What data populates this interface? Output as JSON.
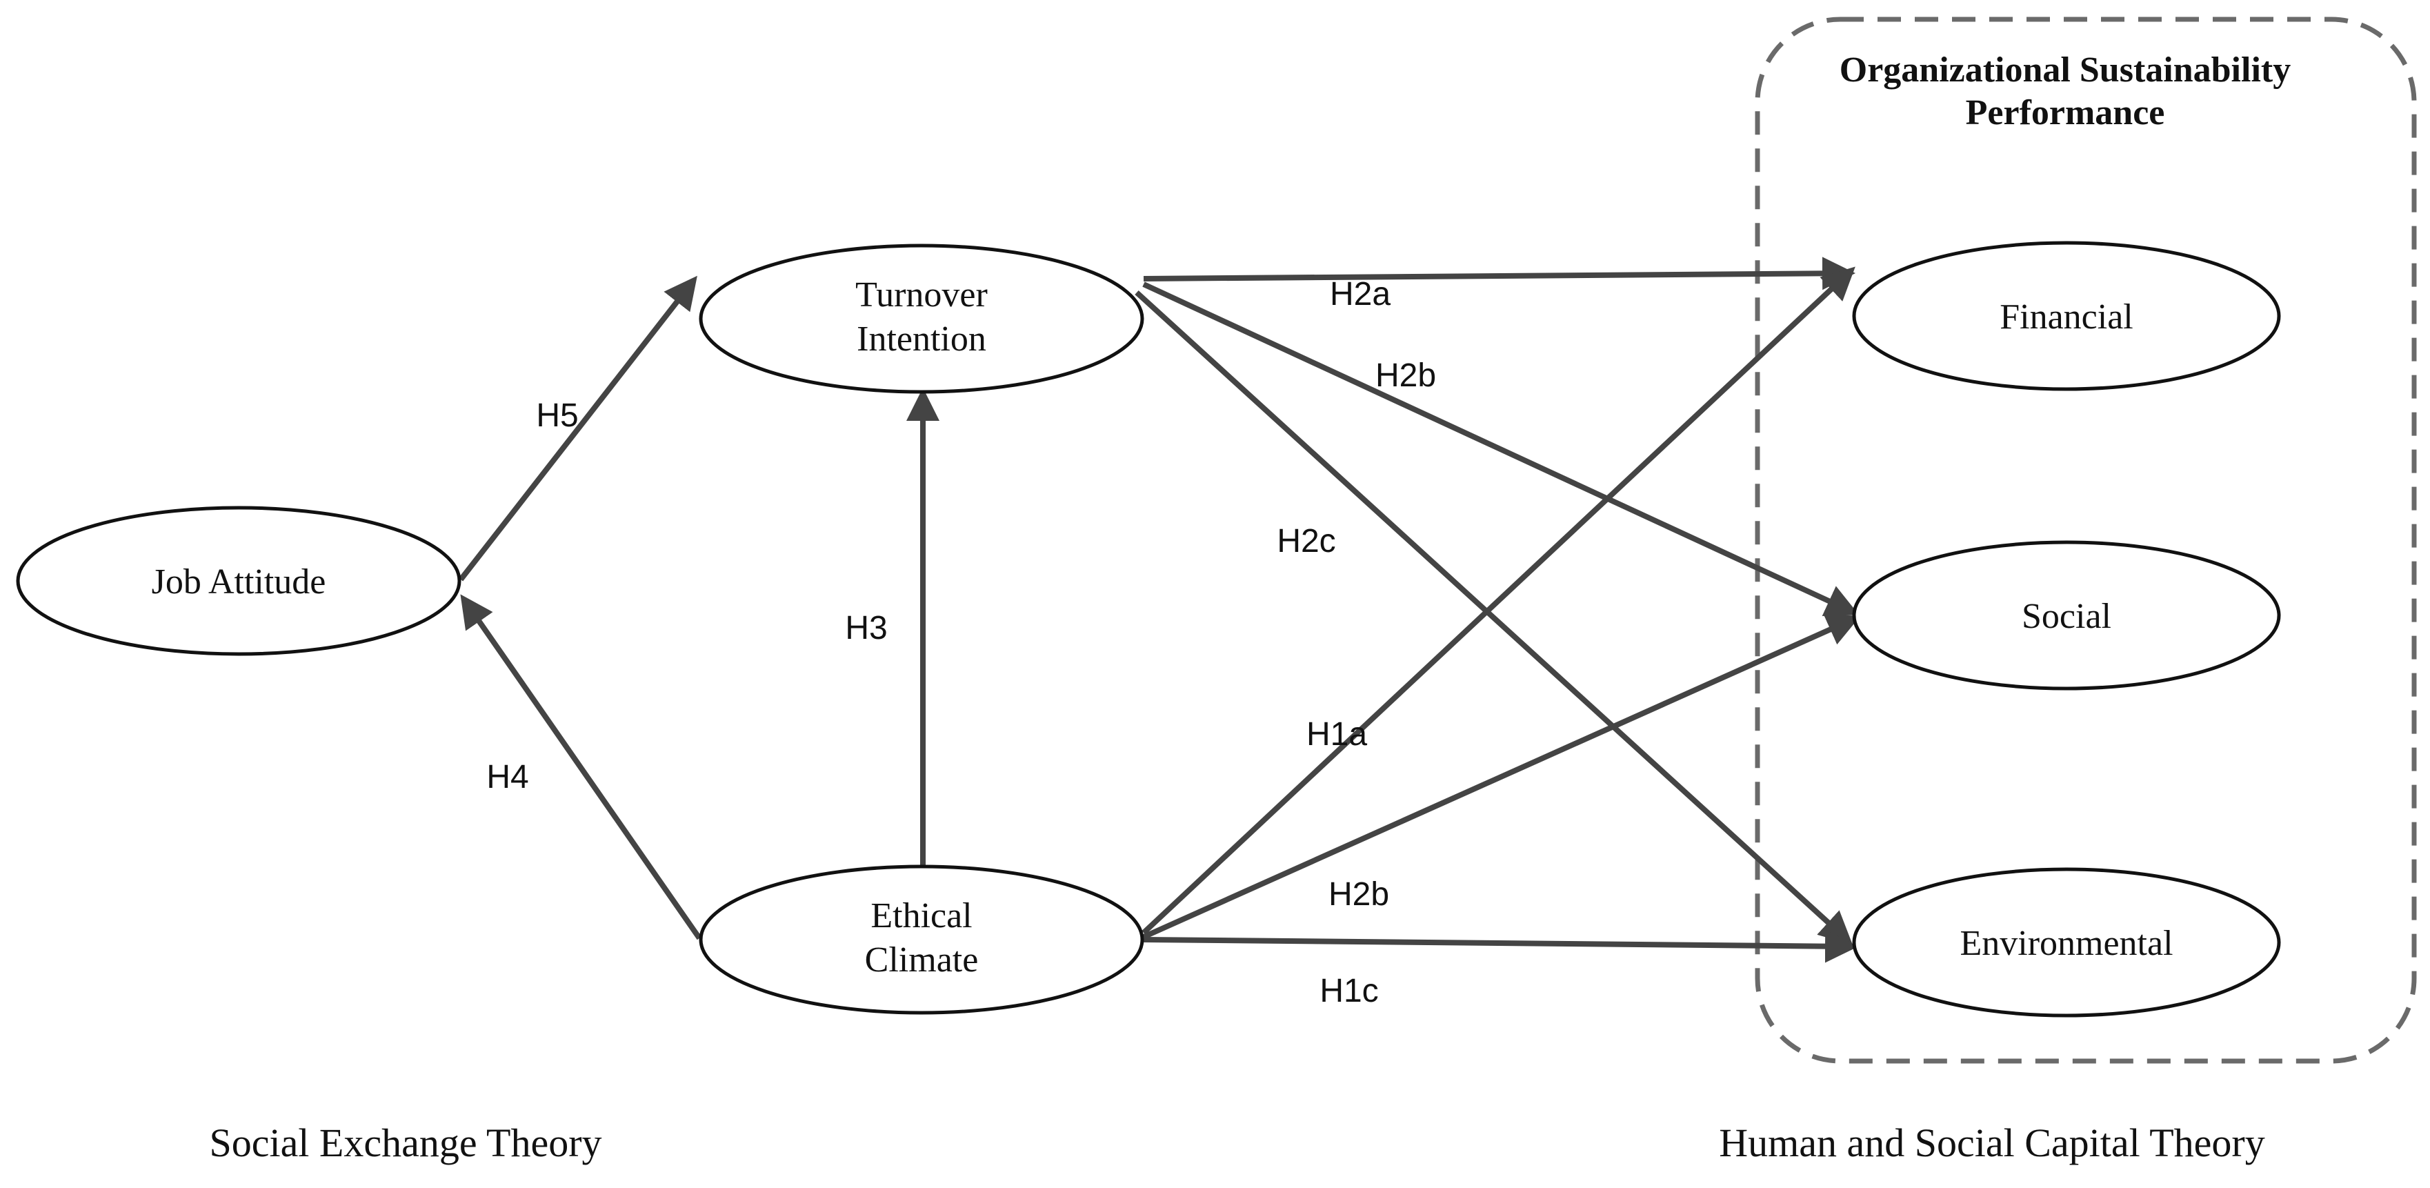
{
  "nodes": {
    "job_attitude": {
      "label": "Job Attitude"
    },
    "turnover_intention": {
      "line1": "Turnover",
      "line2": "Intention"
    },
    "ethical_climate": {
      "line1": "Ethical",
      "line2": "Climate"
    },
    "financial": {
      "label": "Financial"
    },
    "social": {
      "label": "Social"
    },
    "environmental": {
      "label": "Environmental"
    }
  },
  "group": {
    "title_line1": "Organizational Sustainability",
    "title_line2": "Performance"
  },
  "edges": {
    "h5": "H5",
    "h4": "H4",
    "h3": "H3",
    "h2a": "H2a",
    "h2b_upper": "H2b",
    "h2c": "H2c",
    "h1a": "H1a",
    "h2b_lower": "H2b",
    "h1c": "H1c"
  },
  "theories": {
    "left": "Social Exchange Theory",
    "right": "Human and Social Capital Theory"
  },
  "colors": {
    "arrow": "#444444",
    "outline": "#111111",
    "dashed_box": "#6a6a6a"
  }
}
